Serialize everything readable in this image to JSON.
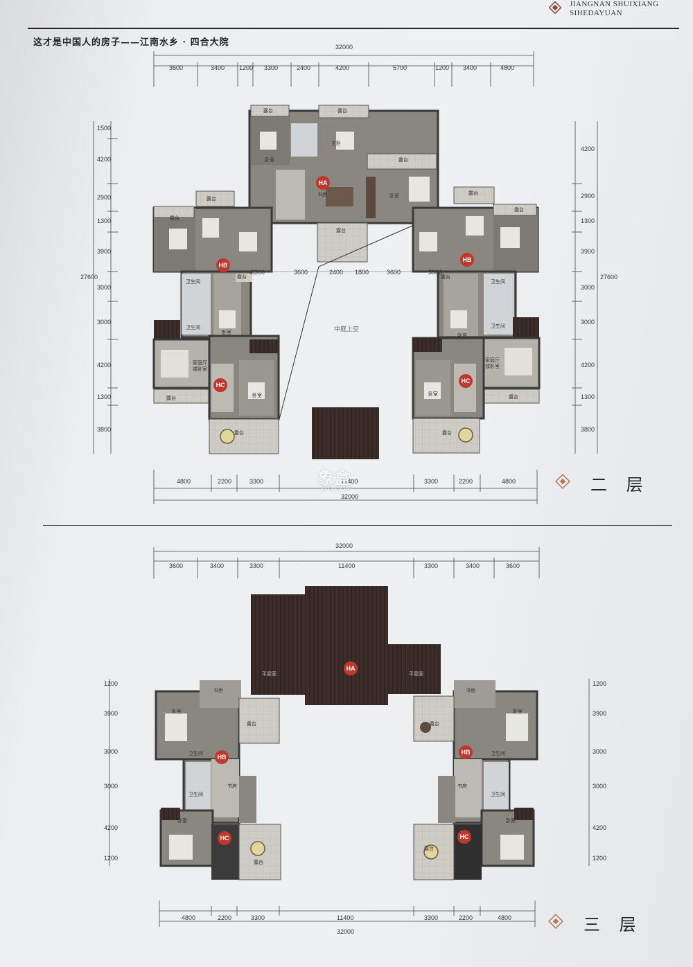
{
  "header": {
    "slogan": "这才是中国人的房子——江南水乡 · 四合大院",
    "brand_line1": "JIANGNAN SHUIXIANG",
    "brand_line2": "SIHEDAYUAN"
  },
  "floor2": {
    "label": "二 层",
    "total_width": "32000",
    "top_dims": [
      "3600",
      "3400",
      "1200",
      "3300",
      "2400",
      "4200",
      "5700",
      "1200",
      "3400",
      "4800"
    ],
    "bottom_dims": [
      "4800",
      "2200",
      "3300",
      "11400",
      "3300",
      "2200",
      "4800"
    ],
    "bottom_total": "32000",
    "left_dims": [
      "1500",
      "4200",
      "2900",
      "1300",
      "3900",
      "3000",
      "3000",
      "4200",
      "1300",
      "3800"
    ],
    "left_total": "27600",
    "right_dims": [
      "4200",
      "2900",
      "1300",
      "3900",
      "3000",
      "3000",
      "4200",
      "1300",
      "3800"
    ],
    "right_total": "27600",
    "courtyard_dims": [
      "3600",
      "2400",
      "1800",
      "3600"
    ],
    "unit_labels": [
      "HA",
      "HB",
      "HB",
      "HC",
      "HC"
    ],
    "courtyard_label": "中庭上空",
    "rooms": {
      "terrace": "露台",
      "bedroom": "卧室",
      "master": "主卧",
      "study": "书房",
      "bathroom": "卫生间",
      "family": "家庭厅\n或卧室",
      "inner_dim": "3300"
    }
  },
  "floor3": {
    "label": "三 层",
    "total_width": "32000",
    "top_dims": [
      "3600",
      "3400",
      "3300",
      "11400",
      "3300",
      "3400",
      "3600"
    ],
    "bottom_dims": [
      "4800",
      "2200",
      "3300",
      "11400",
      "3300",
      "2200",
      "4800"
    ],
    "bottom_total": "32000",
    "left_dims": [
      "1200",
      "3900",
      "3000",
      "3000",
      "4200",
      "1200"
    ],
    "right_dims": [
      "1200",
      "3900",
      "3000",
      "3000",
      "4200",
      "1200"
    ],
    "unit_labels": [
      "HA",
      "HB",
      "HB",
      "HC",
      "HC"
    ],
    "rooms": {
      "roof": "平屋面",
      "terrace": "露台",
      "bedroom": "卧室",
      "study": "书房",
      "bathroom": "卫生间"
    }
  },
  "watermark": {
    "logo": "象盒",
    "url": "XHJ.COM"
  },
  "colors": {
    "wall": "#3a3a3a",
    "floor": "#8a8780",
    "terrace": "#d9d6cf",
    "roof": "#3b2e2a",
    "badge": "#c2372c"
  }
}
